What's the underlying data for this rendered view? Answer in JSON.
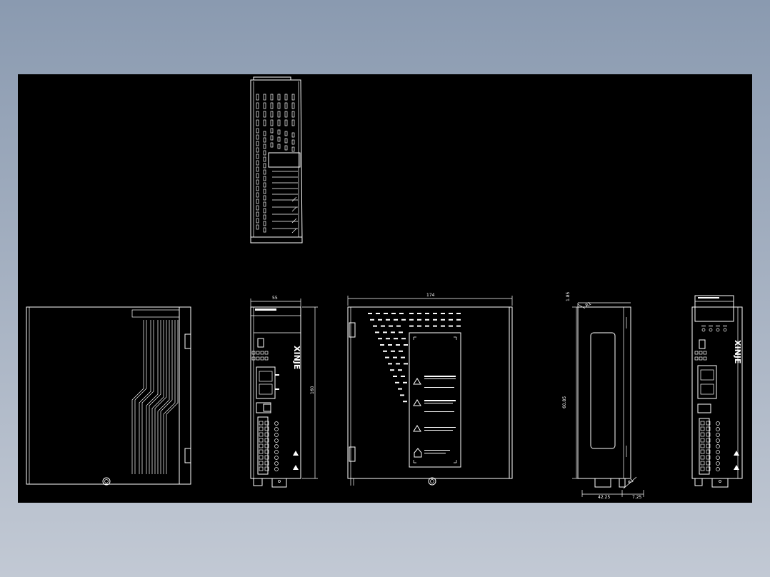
{
  "drawing": {
    "background": "#000000",
    "line_color": "#ffffff",
    "dimensions": {
      "front_width": "55",
      "front_height": "160",
      "side_width": "174",
      "rear_top": "1.85",
      "rear_height": "60.85",
      "rear_radius_top": "R1",
      "rear_radius_bottom": "R1",
      "rear_bottom_left": "42.25",
      "rear_bottom_right": "7.25"
    },
    "brand_text": "XINJE"
  }
}
